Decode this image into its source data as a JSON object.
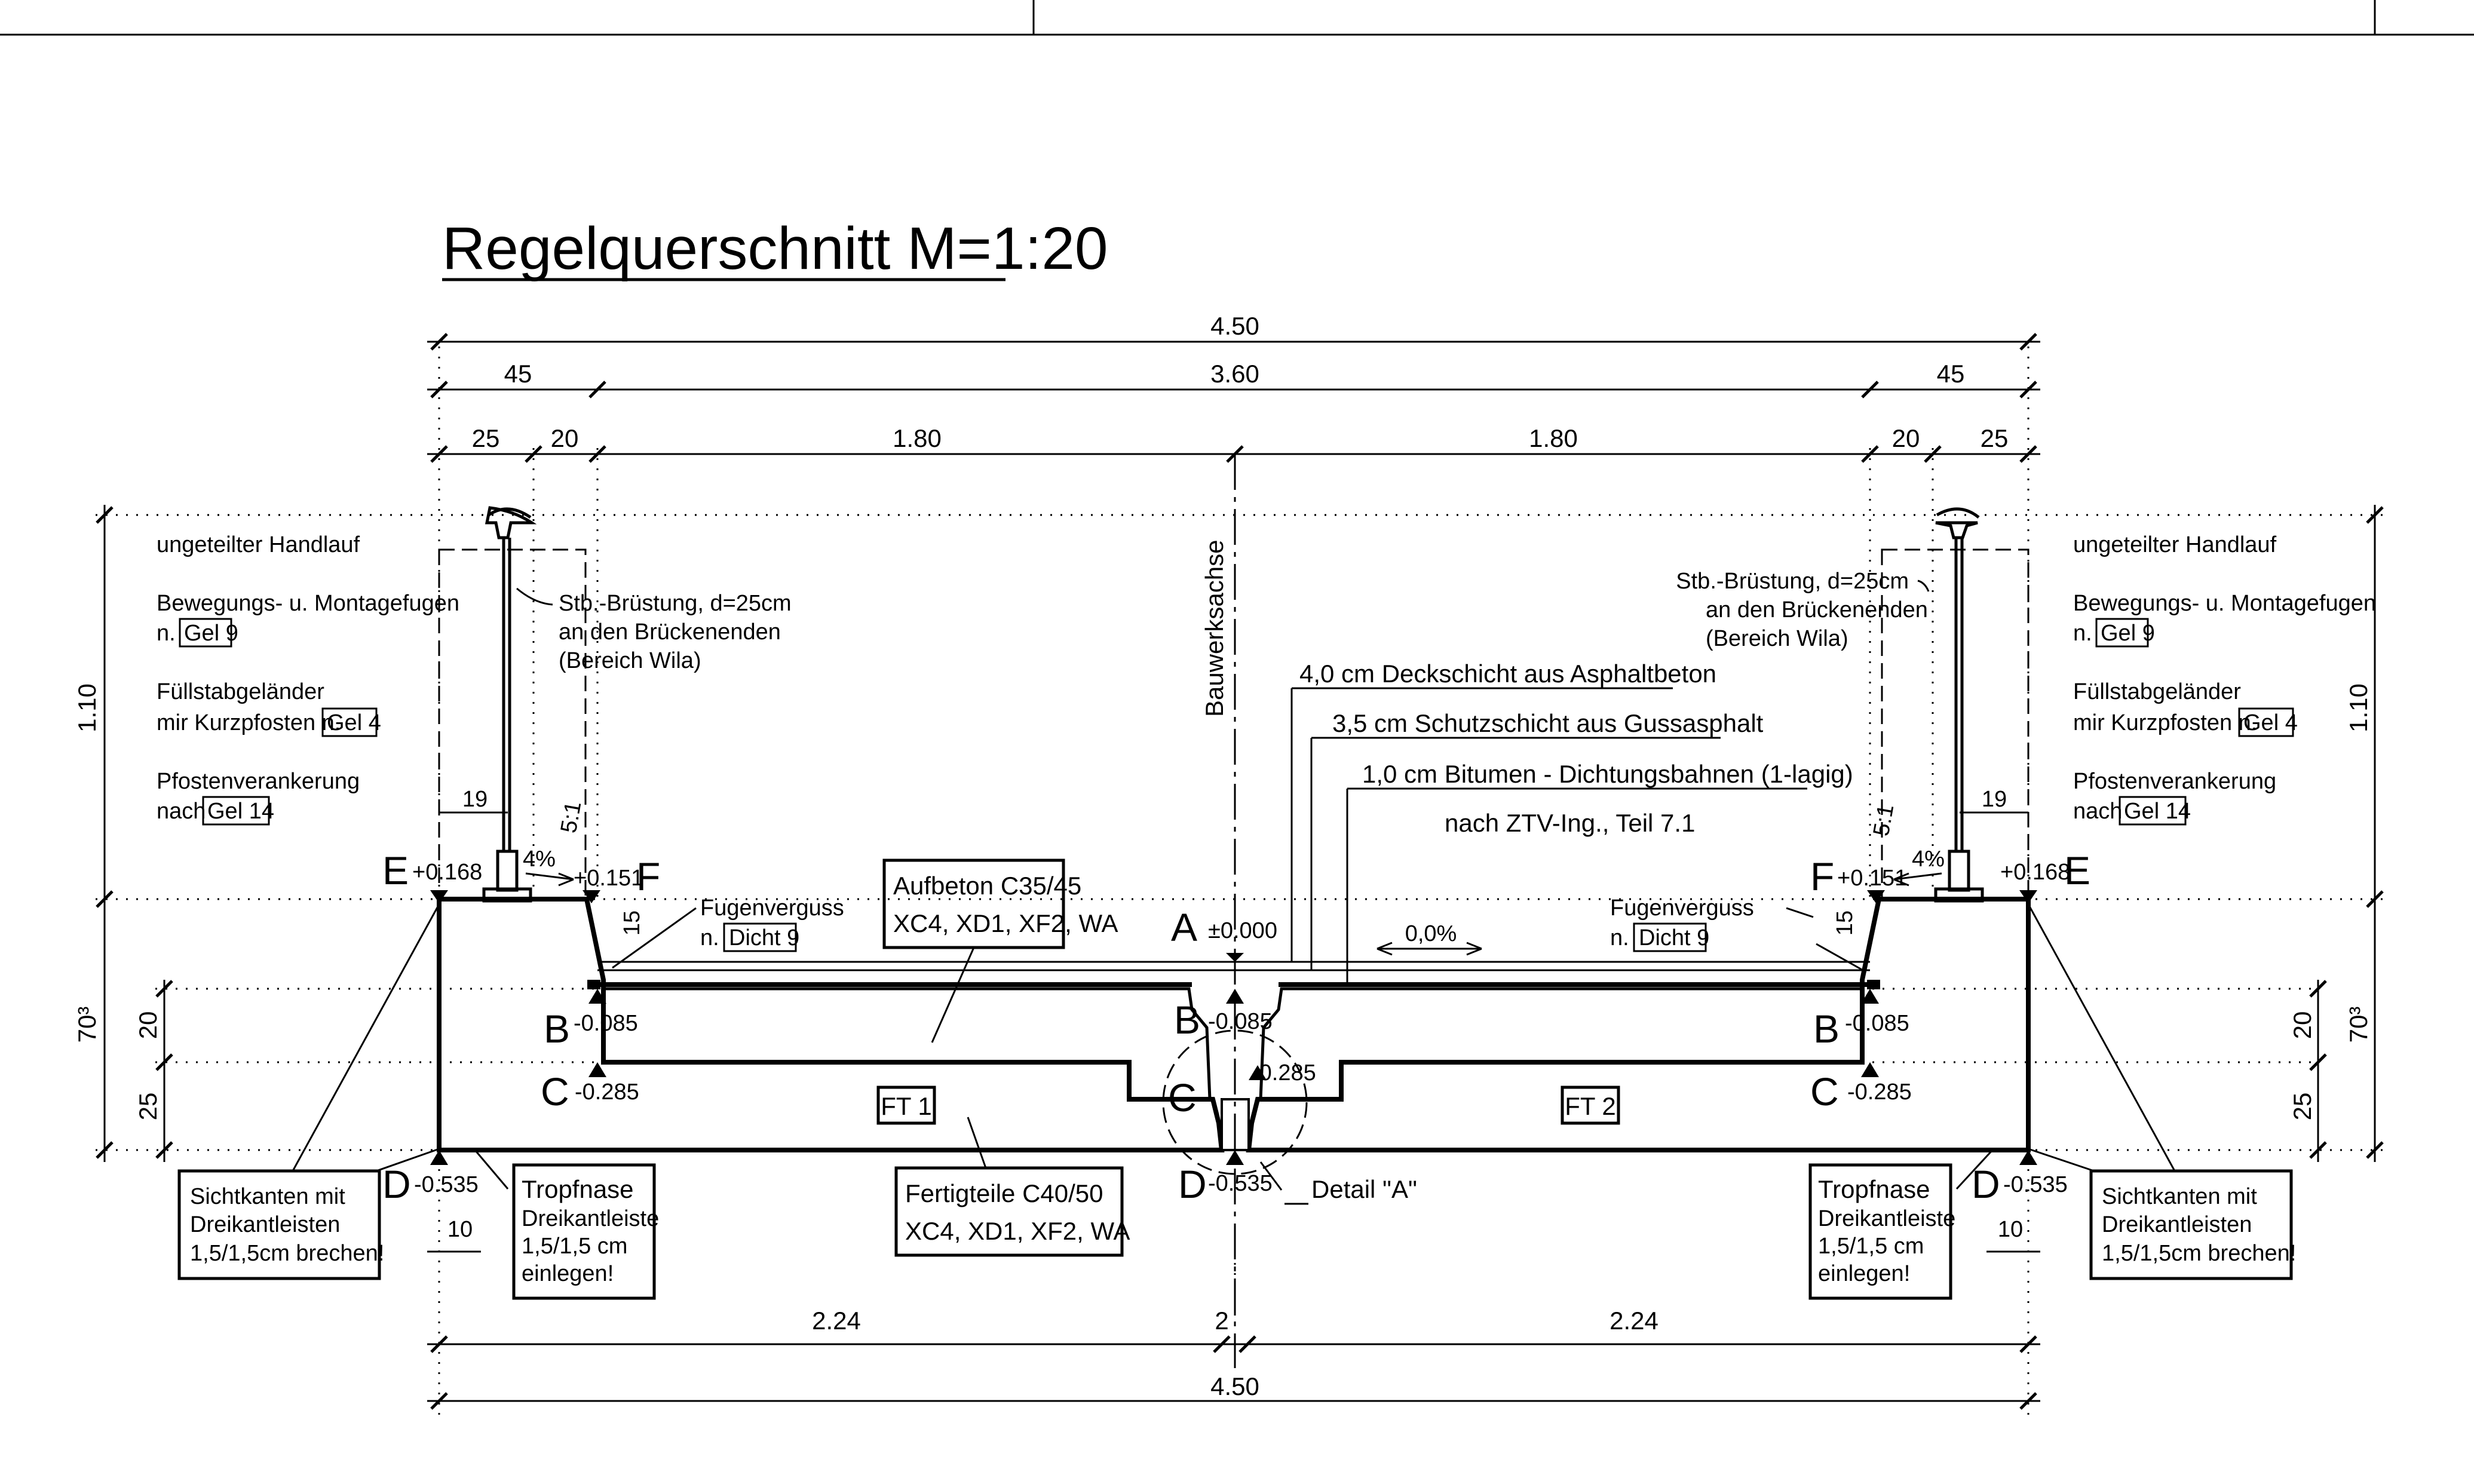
{
  "title": "Regelquerschnitt  M=1:20",
  "dimensions": {
    "overall_top": "4.50",
    "left_45": "45",
    "middle": "3.60",
    "right_45": "45",
    "left_25": "25",
    "left_20": "20",
    "left_180": "1.80",
    "right_180": "1.80",
    "right_20": "20",
    "right_25": "25",
    "left_110": "1.10",
    "right_110": "1.10",
    "left_70": "70³",
    "right_70": "70³",
    "left_20v": "20",
    "left_25v": "25",
    "right_20v": "20",
    "right_25v": "25",
    "left_19": "19",
    "right_19": "19",
    "left_15": "15",
    "right_15": "15",
    "left_slope": "5:1",
    "right_slope": "5:1",
    "left_10": "10",
    "right_10": "10",
    "bottom_left_224": "2.24",
    "bottom_mid_2": "2",
    "bottom_right_224": "2.24",
    "overall_bottom": "4.50"
  },
  "labels": {
    "handlauf": "ungeteilter Handlauf",
    "bewegung": "Bewegungs- u. Montagefugen",
    "n_prefix": "n.",
    "gel9": "Gel 9",
    "fuellstab": "Füllstabgeländer",
    "kurzpfosten": "mir Kurzpfosten n.",
    "gel4": "Gel 4",
    "pfosten": "Pfostenverankerung",
    "nach": "nach",
    "gel14": "Gel 14",
    "bruestung_1": "Stb.-Brüstung, d=25cm",
    "bruestung_2": "an den Brückenenden",
    "bruestung_3": "(Bereich Wila)",
    "bauwerksachse": "Bauwerksachse",
    "layer1": "4,0 cm Deckschicht aus Asphaltbeton",
    "layer2": "3,5 cm Schutzschicht aus Gussasphalt",
    "layer3": "1,0 cm  Bitumen - Dichtungsbahnen (1-lagig)",
    "layer_ref": "nach ZTV-Ing., Teil 7.1",
    "aufbeton_1": "Aufbeton C35/45",
    "aufbeton_2": "XC4, XD1, XF2, WA",
    "fertig_1": "Fertigteile C40/50",
    "fertig_2": "XC4, XD1, XF2, WA",
    "ft1": "FT 1",
    "ft2": "FT 2",
    "fugenverguss": "Fugenverguss",
    "dicht9": "Dicht 9",
    "slope": "0,0%",
    "pct4": "4%",
    "detail": "Detail \"A\"",
    "tropfnase": "Tropfnase",
    "dreikantleiste": "Dreikantleiste",
    "tropf_size": "1,5/1,5 cm",
    "einlegen": "einlegen!",
    "sicht_1": "Sichtkanten mit",
    "sicht_2": "Dreikantleisten",
    "sicht_3": "1,5/1,5cm brechen!"
  },
  "points": {
    "E": "E",
    "F": "F",
    "A": "A",
    "B": "B",
    "C": "C",
    "D": "D",
    "e_val": "+0.168",
    "f_val": "+0.151",
    "a_val": "±0.000",
    "b_val": "-0.085",
    "c_val": "-0.285",
    "d_val": "-0.535"
  }
}
